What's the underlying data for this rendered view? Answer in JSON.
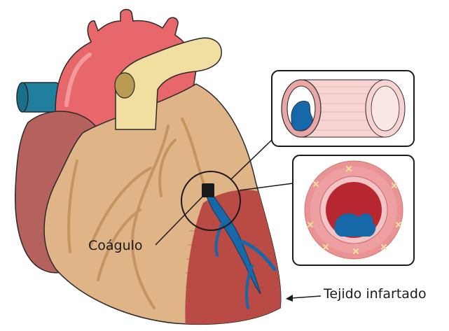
{
  "labels": {
    "clot": "Coágulo",
    "infarcted_tissue": "Tejido infartado"
  },
  "colors": {
    "aorta": "#e8676a",
    "pulmonary_artery": "#f1dfa1",
    "heart_muscle": "#dfb487",
    "atrium": "#b5625e",
    "vena_cava": "#1f7f9c",
    "infarct": "#b94a44",
    "clot_blue": "#1668a8",
    "outline": "#2a2a2a"
  },
  "icons": [
    "heart-illustration",
    "artery-cylinder-icon",
    "artery-cross-section-icon",
    "magnifier-circle-icon",
    "arrow-left-icon"
  ]
}
